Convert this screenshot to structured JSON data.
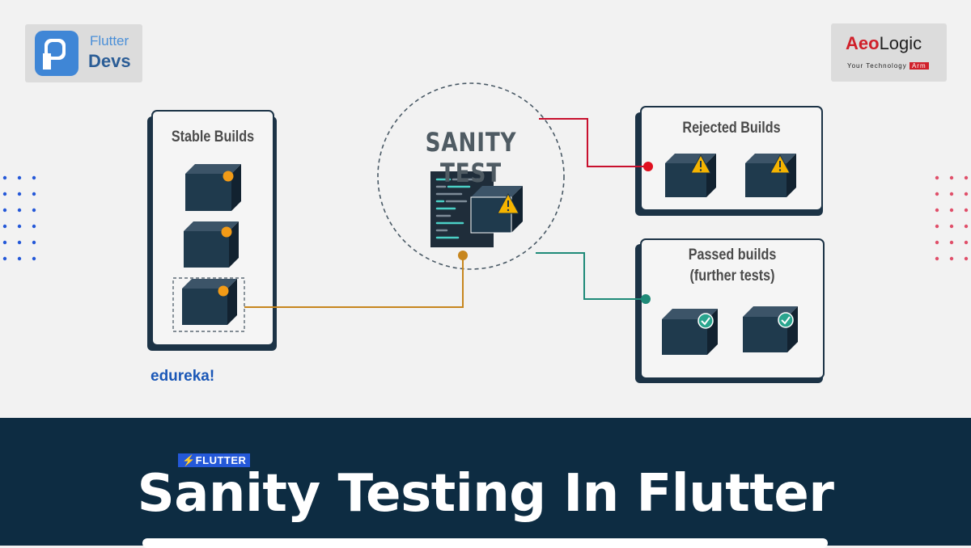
{
  "logos": {
    "flutter_devs": {
      "line1": "Flutter",
      "line2": "Devs"
    },
    "aeologic": {
      "mark": "Aeo",
      "name": "Logic",
      "tagline": "Your Technology",
      "tagline_badge": "Arm"
    }
  },
  "diagram": {
    "stable_title": "Stable Builds",
    "center_title": "SANITY TEST",
    "rejected_title": "Rejected Builds",
    "passed_title_line1": "Passed builds",
    "passed_title_line2": "(further tests)",
    "icons": [
      "build-box-icon",
      "warning-icon",
      "check-icon",
      "code-screen-icon"
    ]
  },
  "brand": "edureka!",
  "banner": {
    "tag": "⚡FLUTTER",
    "headline": "Sanity Testing In Flutter"
  },
  "colors": {
    "banner_bg": "#0d2c42",
    "box_dark": "#1c3346",
    "orange_dot": "#f29b17",
    "red_line": "#c8102e",
    "green_line": "#1f8a78",
    "accent_blue": "#2458d8"
  }
}
